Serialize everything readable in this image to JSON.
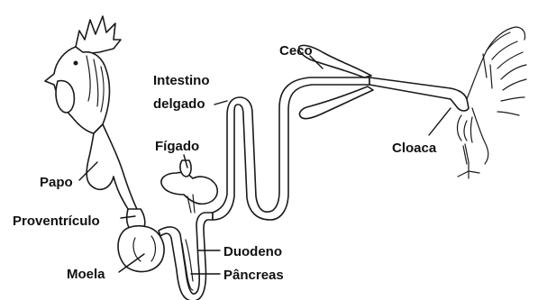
{
  "labels": {
    "ceco": "Ceco",
    "intestino": "Intestino",
    "delgado": "delgado",
    "figado": "Fígado",
    "cloaca": "Cloaca",
    "papo": "Papo",
    "proventriculo": "Proventrículo",
    "duodeno": "Duodeno",
    "moela": "Moela",
    "pancreas": "Pâncreas"
  },
  "colors": {
    "ink": "#1a1a1a",
    "background": "#ffffff"
  }
}
